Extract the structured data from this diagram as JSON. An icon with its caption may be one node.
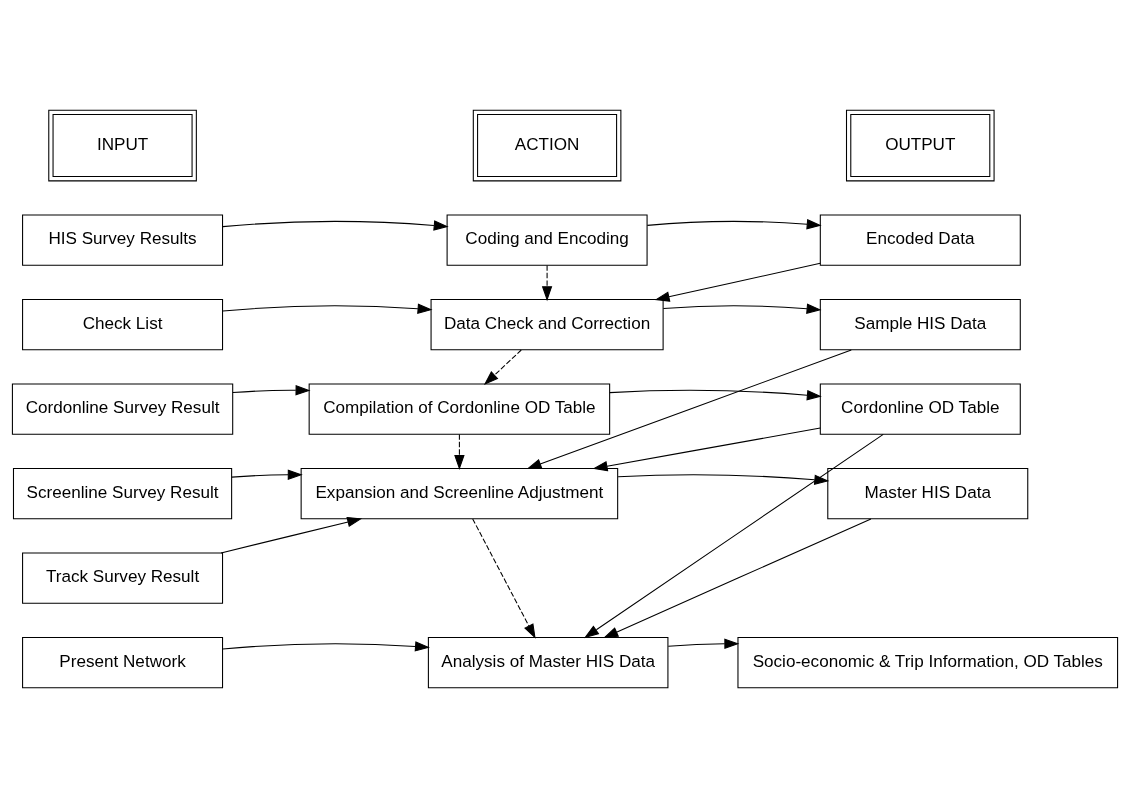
{
  "diagram": {
    "nodes": [
      {
        "text": [
          "INPUT"
        ]
      },
      {
        "text": [
          "ACTION"
        ]
      },
      {
        "text": [
          "OUTPUT"
        ]
      },
      {
        "text": [
          "HIS Survey Results"
        ]
      },
      {
        "text": [
          "Coding and Encoding"
        ]
      },
      {
        "text": [
          "Encoded Data"
        ]
      },
      {
        "text": [
          "Check List"
        ]
      },
      {
        "text": [
          "Data Check and Correction"
        ]
      },
      {
        "text": [
          "Sample HIS Data"
        ]
      },
      {
        "text": [
          "Cordonline Survey Result"
        ]
      },
      {
        "text": [
          "Compilation of Cordonline OD Table"
        ]
      },
      {
        "text": [
          "Cordonline OD Table"
        ]
      },
      {
        "text": [
          "Screenline Survey Result"
        ]
      },
      {
        "text": [
          "Expansion and Screenline Adjustment"
        ]
      },
      {
        "text": [
          "Master HIS Data"
        ]
      },
      {
        "text": [
          "Track Survey Result"
        ]
      },
      {
        "text": [
          "Present Network"
        ]
      },
      {
        "text": [
          "Analysis of Master HIS Data"
        ]
      },
      {
        "text": [
          "Socio-economic & Trip Information, OD Tables"
        ]
      }
    ],
    "edges": [
      {
        "from": 3,
        "to": 4,
        "arrow": "to"
      },
      {
        "from": 4,
        "to": 5,
        "arrow": "to"
      },
      {
        "from": 4,
        "to": 7,
        "arrow": "to",
        "style": "dashed"
      },
      {
        "from": 5,
        "to": 7,
        "arrow": "to"
      },
      {
        "from": 6,
        "to": 7,
        "arrow": "to"
      },
      {
        "from": 7,
        "to": 8,
        "arrow": "to"
      },
      {
        "from": 7,
        "to": 10,
        "arrow": "to",
        "style": "dashed"
      },
      {
        "from": 8,
        "to": 13,
        "arrow": "to"
      },
      {
        "from": 9,
        "to": 10,
        "arrow": "to"
      },
      {
        "from": 10,
        "to": 11,
        "arrow": "to"
      },
      {
        "from": 11,
        "to": 13,
        "arrow": "to"
      },
      {
        "from": 10,
        "to": 13,
        "arrow": "to",
        "style": "dashed"
      },
      {
        "from": 12,
        "to": 13,
        "arrow": "to"
      },
      {
        "from": 15,
        "to": 13,
        "arrow": "to"
      },
      {
        "from": 11,
        "to": 17,
        "arrow": "to"
      },
      {
        "from": 13,
        "to": 14,
        "arrow": "to"
      },
      {
        "from": 14,
        "to": 17,
        "arrow": "to"
      },
      {
        "from": 13,
        "to": 17,
        "arrow": "to",
        "style": "dashed"
      },
      {
        "from": 16,
        "to": 17,
        "arrow": "to"
      },
      {
        "from": 17,
        "to": 18,
        "arrow": "to"
      }
    ]
  }
}
